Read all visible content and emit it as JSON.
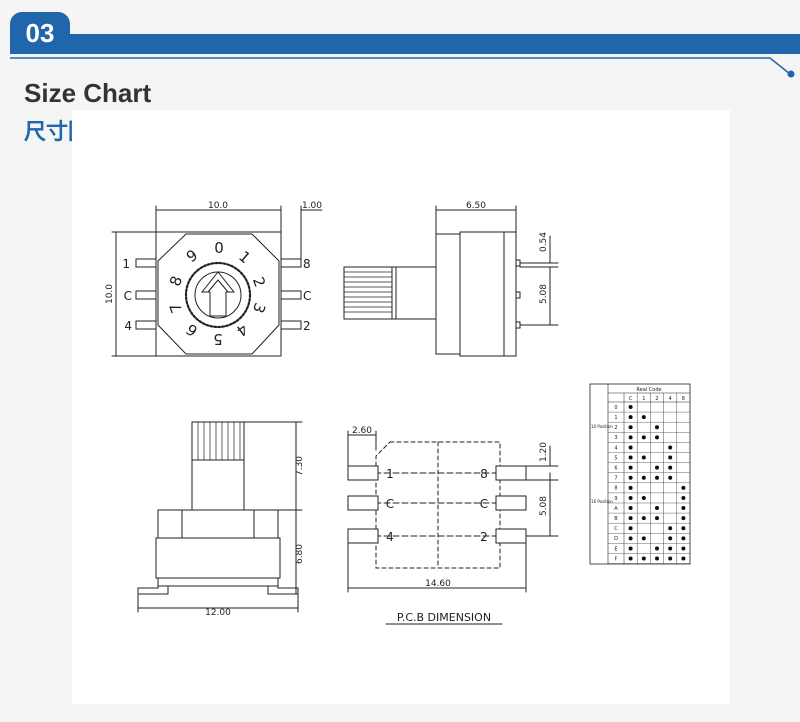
{
  "header": {
    "section_number": "03",
    "title_en": "Size Chart",
    "title_zh": "尺寸图"
  },
  "top_view": {
    "dim_width": "10.0",
    "dim_pin": "1.00",
    "dim_height": "10.0",
    "dial_numbers": [
      "0",
      "1",
      "2",
      "3",
      "4",
      "5",
      "6",
      "7",
      "8",
      "9"
    ],
    "left_pins": [
      "1",
      "C",
      "4"
    ],
    "right_pins": [
      "8",
      "C",
      "2"
    ]
  },
  "side_view": {
    "dim_width": "6.50",
    "dim_pin_offset": "0.54",
    "dim_pitch": "5.08"
  },
  "front_view": {
    "dim_shaft": "7.30",
    "dim_body": "6.80",
    "dim_width": "12.00"
  },
  "pcb": {
    "dim_pad_offset": "2.60",
    "dim_pad_height": "1.20",
    "dim_pitch": "5.08",
    "dim_width": "14.60",
    "left_labels": [
      "1",
      "C",
      "4"
    ],
    "right_labels": [
      "8",
      "C",
      "2"
    ],
    "caption": "P.C.B DIMENSION"
  },
  "code_table": {
    "title": "Real Code",
    "columns": [
      "C",
      "1",
      "2",
      "4",
      "8"
    ],
    "position_label": "10 Position",
    "position_label_16": "16 Position",
    "rows": [
      {
        "pos": "0",
        "dots": [
          1,
          0,
          0,
          0,
          0
        ]
      },
      {
        "pos": "1",
        "dots": [
          1,
          1,
          0,
          0,
          0
        ]
      },
      {
        "pos": "2",
        "dots": [
          1,
          0,
          1,
          0,
          0
        ]
      },
      {
        "pos": "3",
        "dots": [
          1,
          1,
          1,
          0,
          0
        ]
      },
      {
        "pos": "4",
        "dots": [
          1,
          0,
          0,
          1,
          0
        ]
      },
      {
        "pos": "5",
        "dots": [
          1,
          1,
          0,
          1,
          0
        ]
      },
      {
        "pos": "6",
        "dots": [
          1,
          0,
          1,
          1,
          0
        ]
      },
      {
        "pos": "7",
        "dots": [
          1,
          1,
          1,
          1,
          0
        ]
      },
      {
        "pos": "8",
        "dots": [
          1,
          0,
          0,
          0,
          1
        ]
      },
      {
        "pos": "9",
        "dots": [
          1,
          1,
          0,
          0,
          1
        ]
      },
      {
        "pos": "A",
        "dots": [
          1,
          0,
          1,
          0,
          1
        ]
      },
      {
        "pos": "B",
        "dots": [
          1,
          1,
          1,
          0,
          1
        ]
      },
      {
        "pos": "C",
        "dots": [
          1,
          0,
          0,
          1,
          1
        ]
      },
      {
        "pos": "D",
        "dots": [
          1,
          1,
          0,
          1,
          1
        ]
      },
      {
        "pos": "E",
        "dots": [
          1,
          0,
          1,
          1,
          1
        ]
      },
      {
        "pos": "F",
        "dots": [
          1,
          1,
          1,
          1,
          1
        ]
      }
    ]
  }
}
